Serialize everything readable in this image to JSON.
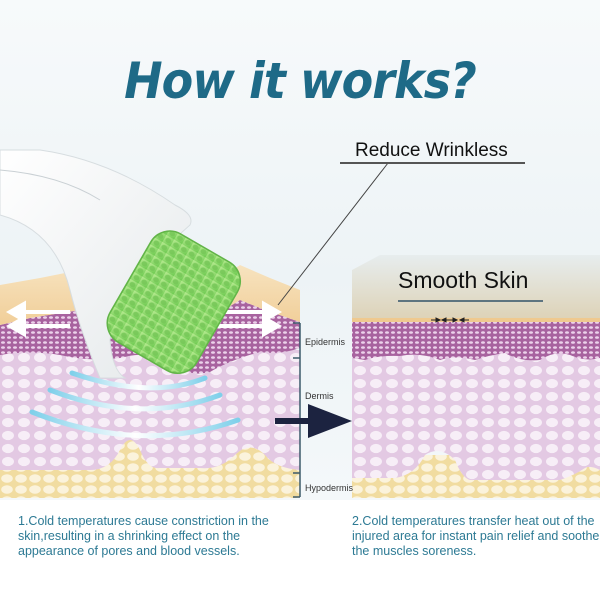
{
  "title": "How it works?",
  "callouts": {
    "reduce_wrinkles": "Reduce Wrinkless",
    "smooth_skin": "Smooth Skin"
  },
  "layers": {
    "epidermis": "Epidermis",
    "dermis": "Dermis",
    "hypodermis": "Hypodermis"
  },
  "descriptions": {
    "step1": "1.Cold temperatures cause constriction in the skin,resulting in a shrinking effect on the appearance of pores and blood vessels.",
    "step2": "2.Cold temperatures transfer heat out of the injured area for instant pain relief and soothe the muscles soreness."
  },
  "colors": {
    "title": "#1e6a87",
    "description_text": "#2d7a94",
    "epidermis": "#a8639f",
    "dermis": "#ecdbeb",
    "hypodermis": "#f6e6b4",
    "surface": "#f3d9ae",
    "roller": "#8fd66a",
    "arrow": "#1c2340",
    "cold_waves": "#7fd0ea"
  }
}
